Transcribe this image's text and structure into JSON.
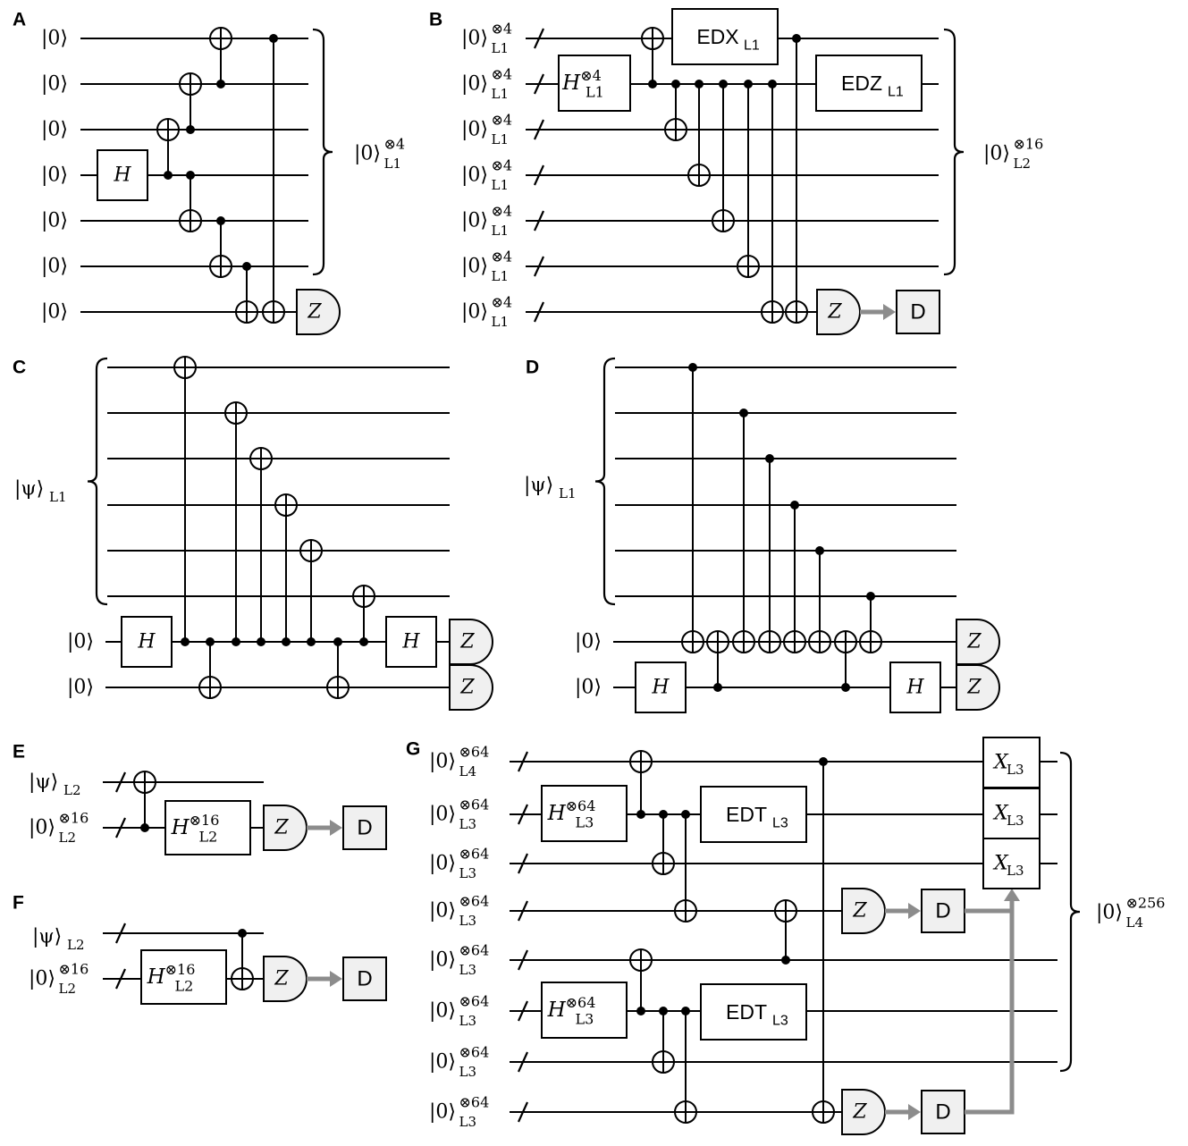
{
  "colors": {
    "wire": "#000000",
    "measure_fill": "#f0f0f0",
    "feed_arrow": "#8c8c8c",
    "background": "#ffffff"
  },
  "panels": {
    "A": {
      "label": "A",
      "input": "|0⟩",
      "H": "H",
      "Z": "Z",
      "output_ket": "|0⟩",
      "output_sup": "⊗4",
      "output_sub": "L1"
    },
    "B": {
      "label": "B",
      "input_ket": "|0⟩",
      "input_sup": "⊗4",
      "input_sub": "L1",
      "H_base": "H",
      "H_sup": "⊗4",
      "H_sub": "L1",
      "EDX_base": "EDX",
      "EDX_sub": "L1",
      "EDZ_base": "EDZ",
      "EDZ_sub": "L1",
      "Z": "Z",
      "D": "D",
      "output_ket": "|0⟩",
      "output_sup": "⊗16",
      "output_sub": "L2"
    },
    "C": {
      "label": "C",
      "psi_ket": "|ψ⟩",
      "psi_sub": "L1",
      "anc": "|0⟩",
      "H": "H",
      "Z": "Z"
    },
    "D": {
      "label": "D",
      "psi_ket": "|ψ⟩",
      "psi_sub": "L1",
      "anc": "|0⟩",
      "H": "H",
      "Z": "Z"
    },
    "E": {
      "label": "E",
      "psi_ket": "|ψ⟩",
      "psi_sub": "L2",
      "anc_ket": "|0⟩",
      "anc_sup": "⊗16",
      "anc_sub": "L2",
      "H_base": "H",
      "H_sup": "⊗16",
      "H_sub": "L2",
      "Z": "Z",
      "D": "D"
    },
    "F": {
      "label": "F",
      "psi_ket": "|ψ⟩",
      "psi_sub": "L2",
      "anc_ket": "|0⟩",
      "anc_sup": "⊗16",
      "anc_sub": "L2",
      "H_base": "H",
      "H_sup": "⊗16",
      "H_sub": "L2",
      "Z": "Z",
      "D": "D"
    },
    "G": {
      "label": "G",
      "in_ket": "|0⟩",
      "in_sup": "⊗64",
      "first_sub": "L4",
      "other_sub": "L3",
      "H_base": "H",
      "H_sup": "⊗64",
      "H_sub": "L3",
      "EDT_base": "EDT",
      "EDT_sub": "L3",
      "X_base": "X",
      "X_sub": "L3",
      "Z": "Z",
      "D": "D",
      "output_ket": "|0⟩",
      "output_sup": "⊗256",
      "output_sub": "L4"
    }
  }
}
